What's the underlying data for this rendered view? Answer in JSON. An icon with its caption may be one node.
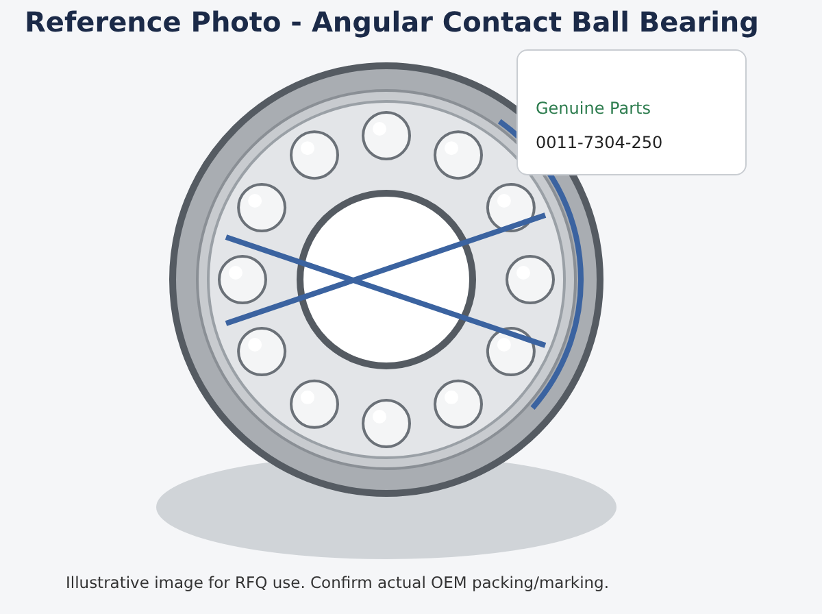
{
  "diagram": {
    "title": "Reference Photo - Angular Contact Ball Bearing",
    "caption": "Illustrative image for RFQ use. Confirm actual OEM packing/marking.",
    "nodes": [
      {
        "text": [
          "Genuine Parts",
          "0011-7304-250"
        ]
      }
    ]
  }
}
